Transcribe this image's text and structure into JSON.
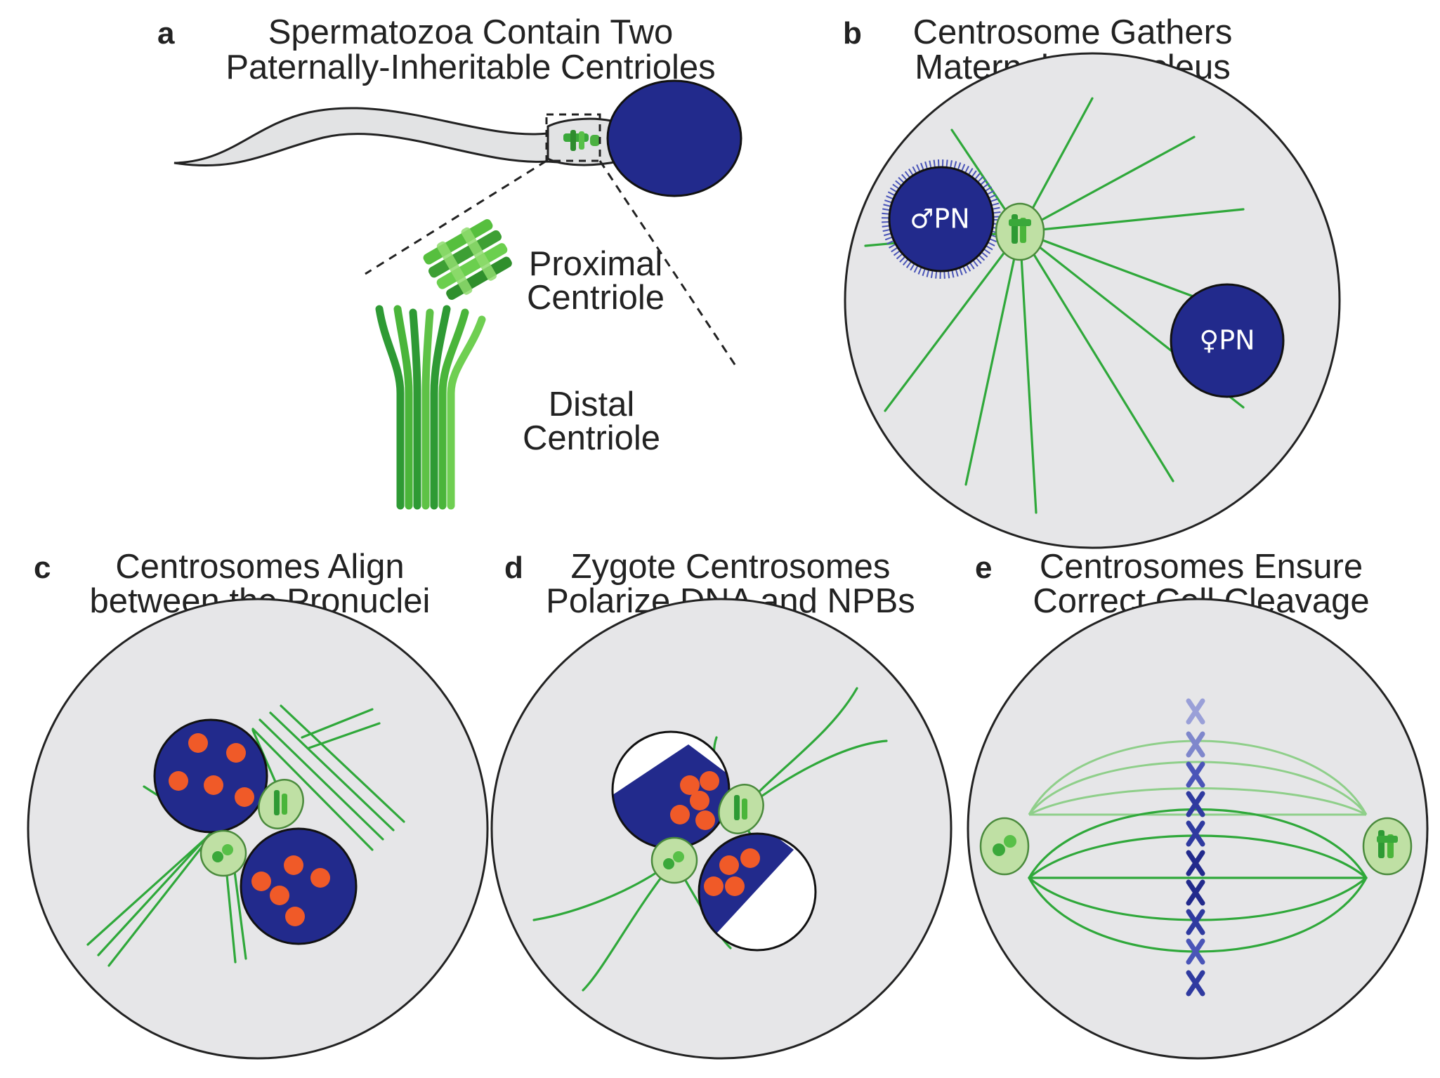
{
  "panels": {
    "a": {
      "letter": "a",
      "title_line1": "Spermatozoa Contain Two",
      "title_line2": "Paternally-Inheritable Centrioles",
      "proximal_line1": "Proximal",
      "proximal_line2": "Centriole",
      "distal_line1": "Distal",
      "distal_line2": "Centriole"
    },
    "b": {
      "letter": "b",
      "title_line1": "Centrosome Gathers",
      "title_line2": "Maternal Pronucleus",
      "male_pn": "♂PN",
      "female_pn": "♀PN"
    },
    "c": {
      "letter": "c",
      "title_line1": "Centrosomes Align",
      "title_line2": "between the Pronuclei"
    },
    "d": {
      "letter": "d",
      "title_line1": "Zygote Centrosomes",
      "title_line2": "Polarize DNA and NPBs"
    },
    "e": {
      "letter": "e",
      "title_line1": "Centrosomes Ensure",
      "title_line2": "Correct Cell Cleavage"
    }
  },
  "colors": {
    "pronucleus": "#222a8c",
    "microtubule": "#2fa83a",
    "centrosome": "#bfe0a4",
    "nucleolar_body": "#f05a28",
    "cytoplasm": "#e6e6e8"
  }
}
